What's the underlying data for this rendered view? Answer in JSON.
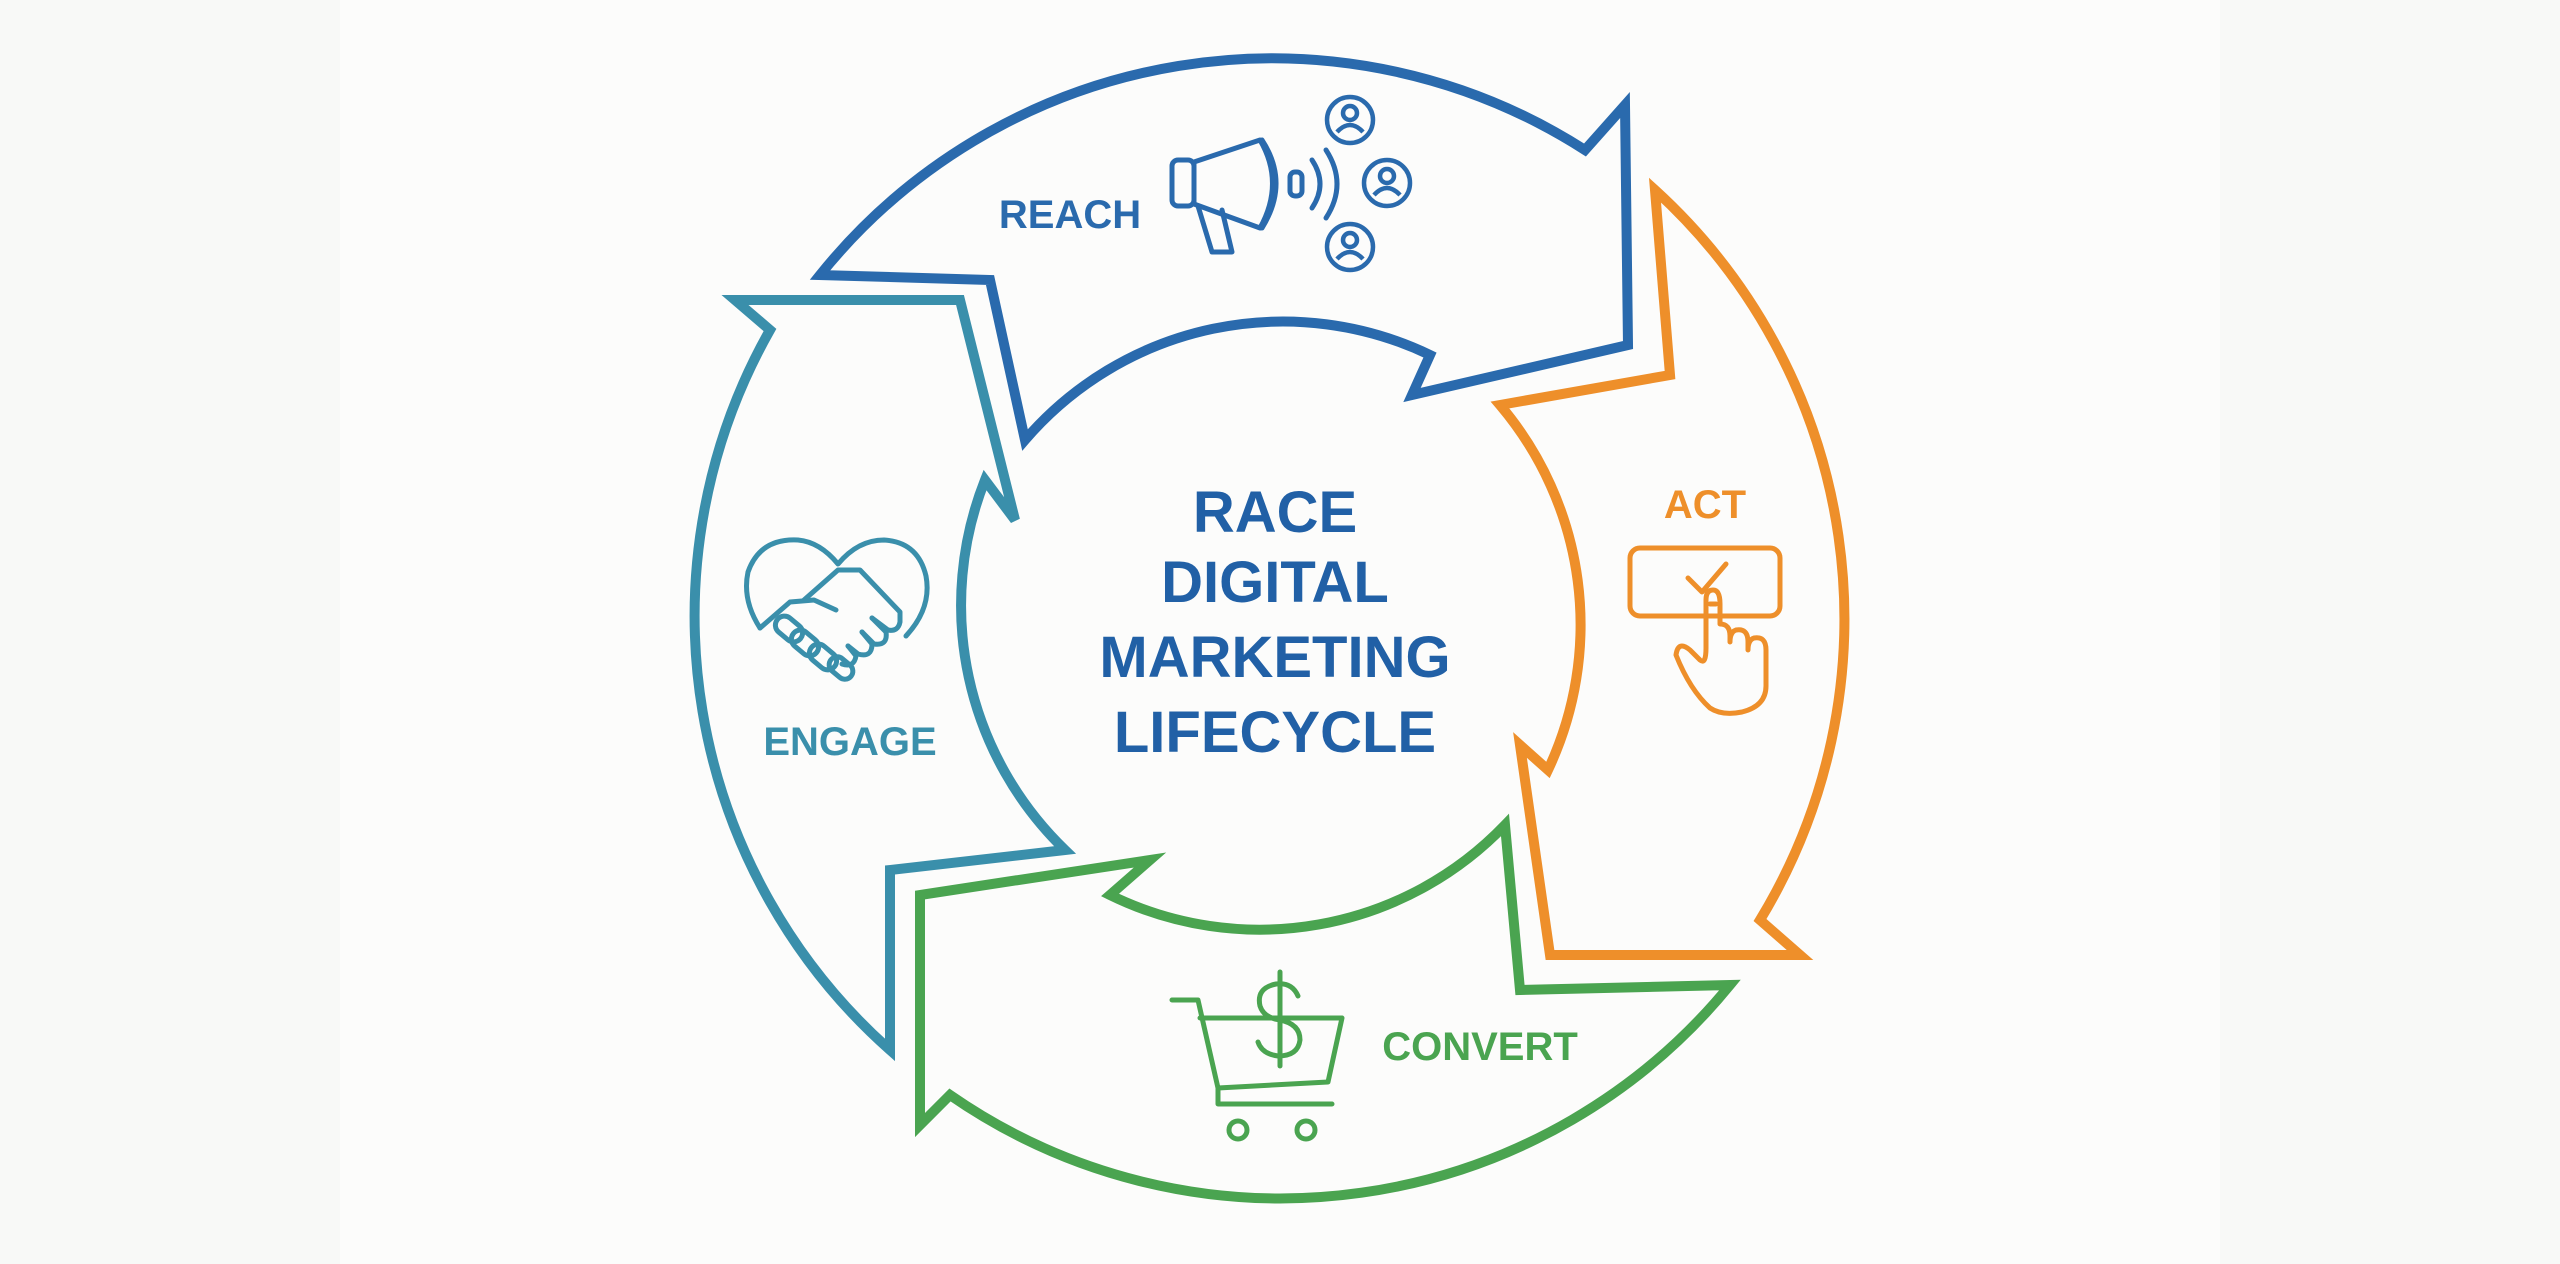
{
  "diagram": {
    "title_lines": [
      "RACE",
      "DIGITAL",
      "MARKETING",
      "LIFECYCLE"
    ],
    "stages": {
      "reach": {
        "label": "REACH",
        "color": "#2a6aad",
        "icon": "megaphone-icon"
      },
      "act": {
        "label": "ACT",
        "color": "#ee8f2a",
        "icon": "click-button-icon"
      },
      "convert": {
        "label": "CONVERT",
        "color": "#4aa450",
        "icon": "shopping-cart-dollar-icon"
      },
      "engage": {
        "label": "ENGAGE",
        "color": "#3a8fab",
        "icon": "heart-handshake-icon"
      }
    },
    "title_color": "#2160a6"
  }
}
